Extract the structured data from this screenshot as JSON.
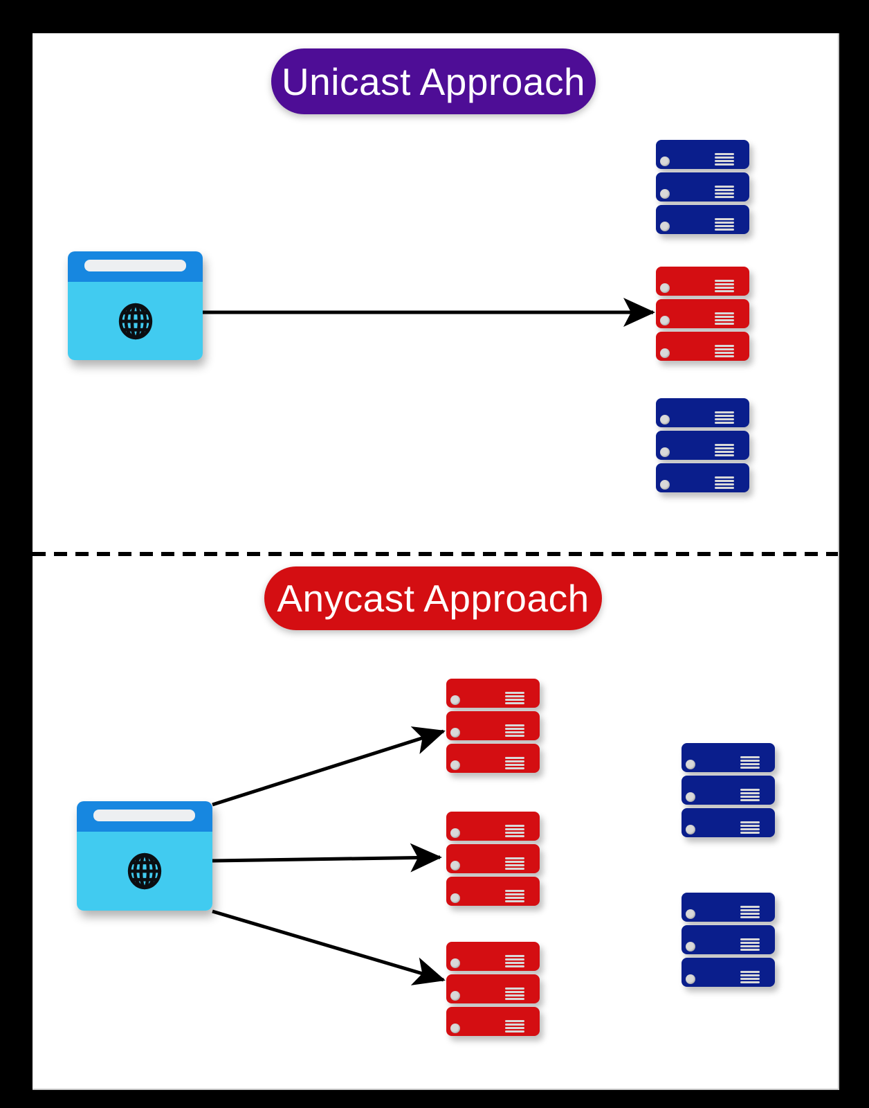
{
  "page": {
    "background": "#000000",
    "panel_background": "#FFFFFF"
  },
  "sections": [
    {
      "id": "unicast",
      "title": "Unicast Approach",
      "badge_color": "#4E0D96",
      "badge_text_color": "#FFFFFF",
      "client_icon": "browser-globe",
      "stacks": [
        {
          "color": "navy",
          "hex": "#0A1E8C",
          "servers": 3
        },
        {
          "color": "red",
          "hex": "#D40E12",
          "servers": 3
        },
        {
          "color": "navy",
          "hex": "#0A1E8C",
          "servers": 3
        }
      ],
      "arrows": 1
    },
    {
      "id": "anycast",
      "title": "Anycast Approach",
      "badge_color": "#D40E12",
      "badge_text_color": "#FFFFFF",
      "client_icon": "browser-globe",
      "stacks": [
        {
          "color": "red",
          "hex": "#D40E12",
          "servers": 3
        },
        {
          "color": "red",
          "hex": "#D40E12",
          "servers": 3
        },
        {
          "color": "red",
          "hex": "#D40E12",
          "servers": 3
        },
        {
          "color": "navy",
          "hex": "#0A1E8C",
          "servers": 3
        },
        {
          "color": "navy",
          "hex": "#0A1E8C",
          "servers": 3
        }
      ],
      "arrows": 3
    }
  ],
  "colors": {
    "arrow": "#000000",
    "divider": "#000000",
    "browser_titlebar": "#1787E0",
    "browser_body": "#41CBF0",
    "browser_address_bar": "#EDEFF1",
    "server_navy": "#0A1E8C",
    "server_red": "#D40E12",
    "led_and_vents": "#D9D9D9",
    "globe": "#0B0E12"
  }
}
